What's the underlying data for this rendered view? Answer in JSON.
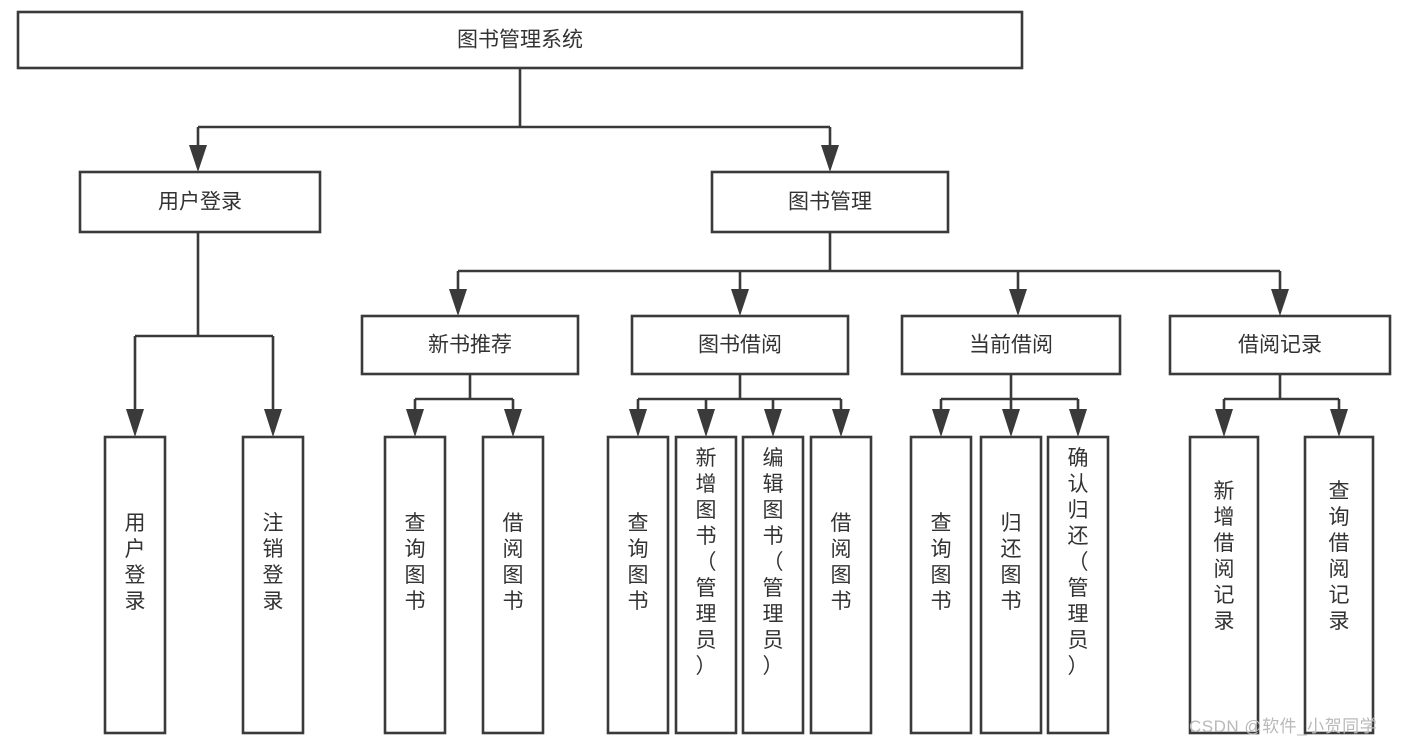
{
  "diagram": {
    "type": "tree-flowchart",
    "title": "图书管理系统",
    "orientation": "top-down",
    "root": {
      "id": "root",
      "label": "图书管理系统"
    },
    "level2": [
      {
        "id": "login",
        "label": "用户登录"
      },
      {
        "id": "bookmgmt",
        "label": "图书管理"
      }
    ],
    "level3": [
      {
        "id": "newbook",
        "label": "新书推荐",
        "parent": "bookmgmt"
      },
      {
        "id": "borrow",
        "label": "图书借阅",
        "parent": "bookmgmt"
      },
      {
        "id": "current",
        "label": "当前借阅",
        "parent": "bookmgmt"
      },
      {
        "id": "record",
        "label": "借阅记录",
        "parent": "bookmgmt"
      }
    ],
    "leaves": [
      {
        "id": "leaf-user-login",
        "label": "用户登录",
        "parent": "login"
      },
      {
        "id": "leaf-user-logout",
        "label": "注销登录",
        "parent": "login"
      },
      {
        "id": "leaf-newbook-query",
        "label": "查询图书",
        "parent": "newbook"
      },
      {
        "id": "leaf-newbook-borrow",
        "label": "借阅图书",
        "parent": "newbook"
      },
      {
        "id": "leaf-borrow-query",
        "label": "查询图书",
        "parent": "borrow"
      },
      {
        "id": "leaf-borrow-add",
        "label": "新增图书（管理员）",
        "parent": "borrow"
      },
      {
        "id": "leaf-borrow-edit",
        "label": "编辑图书（管理员）",
        "parent": "borrow"
      },
      {
        "id": "leaf-borrow-do",
        "label": "借阅图书",
        "parent": "borrow"
      },
      {
        "id": "leaf-current-query",
        "label": "查询图书",
        "parent": "current"
      },
      {
        "id": "leaf-current-return",
        "label": "归还图书",
        "parent": "current"
      },
      {
        "id": "leaf-current-confirm",
        "label": "确认归还（管理员）",
        "parent": "current"
      },
      {
        "id": "leaf-record-add",
        "label": "新增借阅记录",
        "parent": "record"
      },
      {
        "id": "leaf-record-query",
        "label": "查询借阅记录",
        "parent": "record"
      }
    ]
  },
  "watermark": {
    "text": "CSDN @软件_小贺同学"
  },
  "colors": {
    "stroke": "#3a3a3a",
    "fill": "#ffffff",
    "text": "#333333",
    "watermark": "#b9b9b9"
  }
}
